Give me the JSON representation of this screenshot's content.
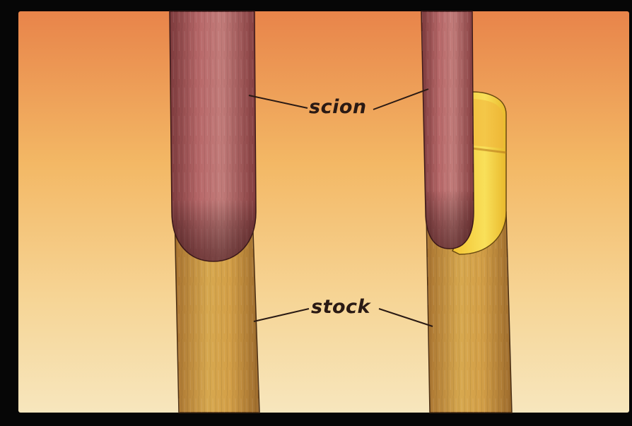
{
  "diagram": {
    "labels": {
      "scion": "scion",
      "stock": "stock"
    },
    "colors": {
      "background_top": "#e8874e",
      "background_mid": "#f3bf6a",
      "background_bottom": "#f7e2b0",
      "scion_wood": "#a8595a",
      "stock_wood": "#c99443",
      "cut_face": "#f7d23a",
      "frame": "#060606"
    },
    "icons": [
      "grafted-stem-left",
      "grafted-stem-right"
    ]
  }
}
